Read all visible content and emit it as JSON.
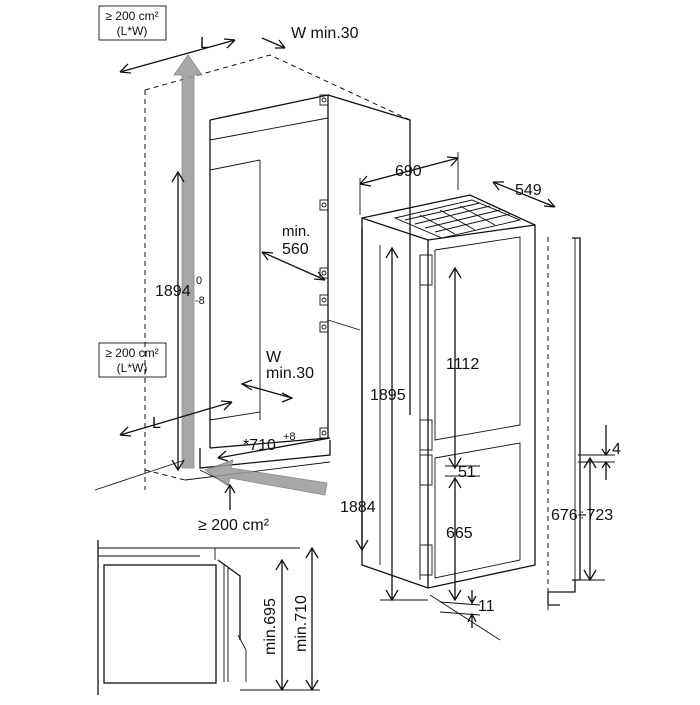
{
  "area_box_top": {
    "line1": "≥ 200 cm²",
    "line2": "(L*W)"
  },
  "area_box_mid": {
    "line1": "≥ 200 cm²",
    "line2": "(L*W)"
  },
  "labels": {
    "L_top": "L",
    "W_top": "W min.30",
    "min_560_a": "min.",
    "min_560_b": "560",
    "h_1894": "1894",
    "h_1894_sup": "0",
    "h_1894_sub": "-8",
    "W_mid_a": "W",
    "W_mid_b": "min.30",
    "L_bottom": "L",
    "depth_710": "*710",
    "depth_710_sup": "+8",
    "area_bottom": "≥ 200 cm²",
    "w_690": "690",
    "d_549": "549",
    "h_1895": "1895",
    "h_1884": "1884",
    "h_1112": "1112",
    "h_51": "51",
    "h_665": "665",
    "h_11": "11",
    "h_4": "4",
    "h_676_723": "676÷723",
    "min_695": "min.695",
    "min_710": "min.710"
  },
  "colors": {
    "line": "#111111",
    "arrow_fill": "#999999",
    "arrow_stroke": "#777777"
  }
}
